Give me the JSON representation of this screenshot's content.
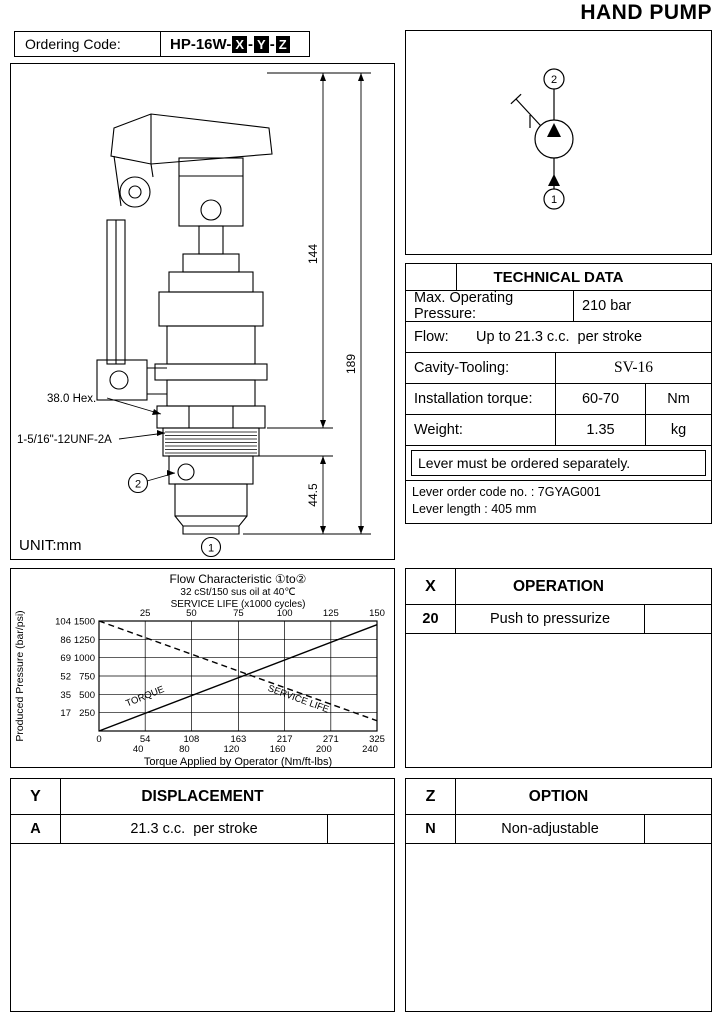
{
  "page": {
    "title": "HAND PUMP"
  },
  "ordering": {
    "label": "Ordering Code:",
    "prefix": "HP-16W-",
    "x": "X",
    "y": "Y",
    "z": "Z",
    "sep": "-"
  },
  "drawing": {
    "unit": "UNIT:mm",
    "dim_upper": "144",
    "dim_total": "189",
    "dim_lower": "44.5",
    "hex_label": "38.0 Hex.",
    "thread_label": "1-5/16\"-12UNF-2A",
    "port1": "1",
    "port2": "2"
  },
  "schematic": {
    "port1": "1",
    "port2": "2"
  },
  "technical_data": {
    "title": "TECHNICAL DATA",
    "rows": [
      {
        "label": "Max. Operating Pressure:",
        "value": "210 bar",
        "unit": ""
      },
      {
        "label": "Flow:",
        "value": "Up to 21.3 c.c.  per stroke",
        "unit": ""
      },
      {
        "label": "Cavity-Tooling:",
        "value": "SV-16",
        "unit": ""
      },
      {
        "label": "Installation torque:",
        "value": "60-70",
        "unit": "Nm"
      },
      {
        "label": "Weight:",
        "value": "1.35",
        "unit": "kg"
      }
    ],
    "note": "Lever must be ordered separately.",
    "lever_line1": "Lever order code no. : 7GYAG001",
    "lever_line2": "Lever length : 405 mm"
  },
  "chart_data": {
    "type": "line",
    "title": "Flow Characteristic ①to②",
    "subtitle": "32 cSt/150 sus oil at 40℃",
    "top_axis_label": "SERVICE LIFE (x1000 cycles)",
    "top_ticks": [
      25,
      50,
      75,
      100,
      125,
      150
    ],
    "ylabel": "Produced Pressure (bar/psi)",
    "y_ticks_bar": [
      104,
      86,
      69,
      52,
      35,
      17
    ],
    "y_ticks_psi": [
      1500,
      1250,
      1000,
      750,
      500,
      250
    ],
    "x_ticks_nm": [
      0,
      54,
      108,
      163,
      217,
      271,
      325
    ],
    "x_ticks_ftlbs": [
      40,
      80,
      120,
      160,
      200,
      240
    ],
    "xlabel": "Torque Applied by Operator (Nm/ft-lbs)",
    "xlim": [
      0,
      325
    ],
    "ylim": [
      0,
      1500
    ],
    "grid": true,
    "legend_position": "on-line",
    "series": [
      {
        "name": "TORQUE",
        "style": "solid",
        "points": [
          [
            0,
            0
          ],
          [
            325,
            1450
          ]
        ],
        "label_at": {
          "x": 55,
          "y": 436,
          "rot": -22
        }
      },
      {
        "name": "SERVICE LIFE",
        "style": "dashed",
        "points": [
          [
            0,
            1500
          ],
          [
            325,
            140
          ]
        ],
        "label_at": {
          "x": 232,
          "y": 400,
          "rot": 20
        }
      }
    ]
  },
  "operation": {
    "key": "X",
    "title": "OPERATION",
    "rows": [
      {
        "code": "20",
        "desc": "Push to pressurize"
      }
    ]
  },
  "displacement": {
    "key": "Y",
    "title": "DISPLACEMENT",
    "rows": [
      {
        "code": "A",
        "desc": "21.3 c.c.  per stroke"
      }
    ]
  },
  "option": {
    "key": "Z",
    "title": "OPTION",
    "rows": [
      {
        "code": "N",
        "desc": "Non-adjustable"
      }
    ]
  }
}
